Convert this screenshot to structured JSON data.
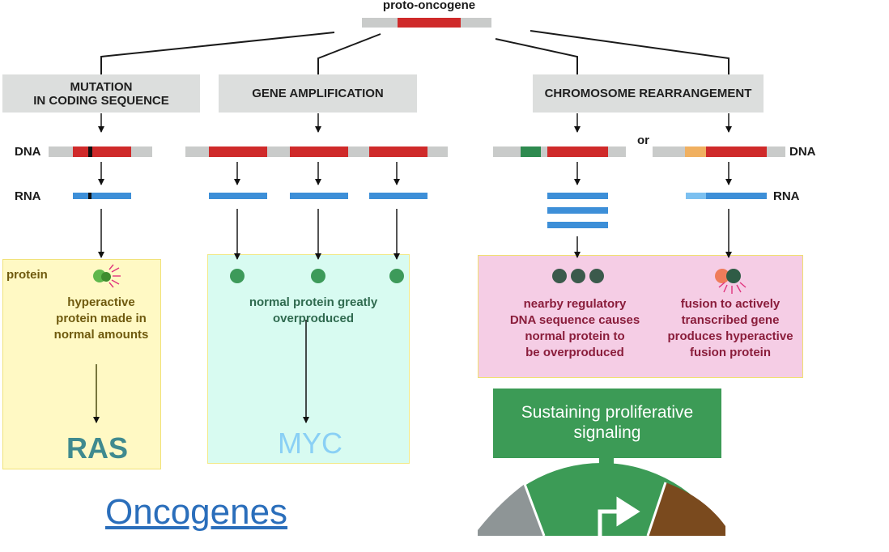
{
  "top_label": "proto-oncogene",
  "branches": {
    "mutation": {
      "header_line1": "MUTATION",
      "header_line2": "IN CODING SEQUENCE",
      "dna_label": "DNA",
      "rna_label": "RNA",
      "protein_label": "protein",
      "desc": [
        "hyperactive",
        "protein made in",
        "normal amounts"
      ],
      "example_gene": "RAS"
    },
    "amplification": {
      "header": "GENE AMPLIFICATION",
      "desc": [
        "normal protein greatly",
        "overproduced"
      ],
      "example_gene": "MYC"
    },
    "rearrangement": {
      "header": "CHROMOSOME REARRANGEMENT",
      "or_label": "or",
      "dna_label": "DNA",
      "rna_label": "RNA",
      "desc_left": [
        "nearby regulatory",
        "DNA sequence causes",
        "normal protein to",
        "be overproduced"
      ],
      "desc_right": [
        "fusion to actively",
        "transcribed gene",
        "produces hyperactive",
        "fusion protein"
      ]
    }
  },
  "hallmark": {
    "line1": "Sustaining proliferative",
    "line2": "signaling"
  },
  "footer_link": "Oncogenes",
  "colors": {
    "gene_red": "#cf2a2a",
    "dna_grey": "#c9cbca",
    "rna_blue": "#3d8fd8",
    "regulatory_green": "#2e8a4f",
    "fusion_orange": "#f0b060",
    "protein_green": "#3d9a5a",
    "yellow_box": "#fff9c4",
    "cyan_box": "#d8fbf1",
    "pink_box": "#f5cde5",
    "hallmark_green": "#3c9b56",
    "link_blue": "#2a6ebb"
  }
}
